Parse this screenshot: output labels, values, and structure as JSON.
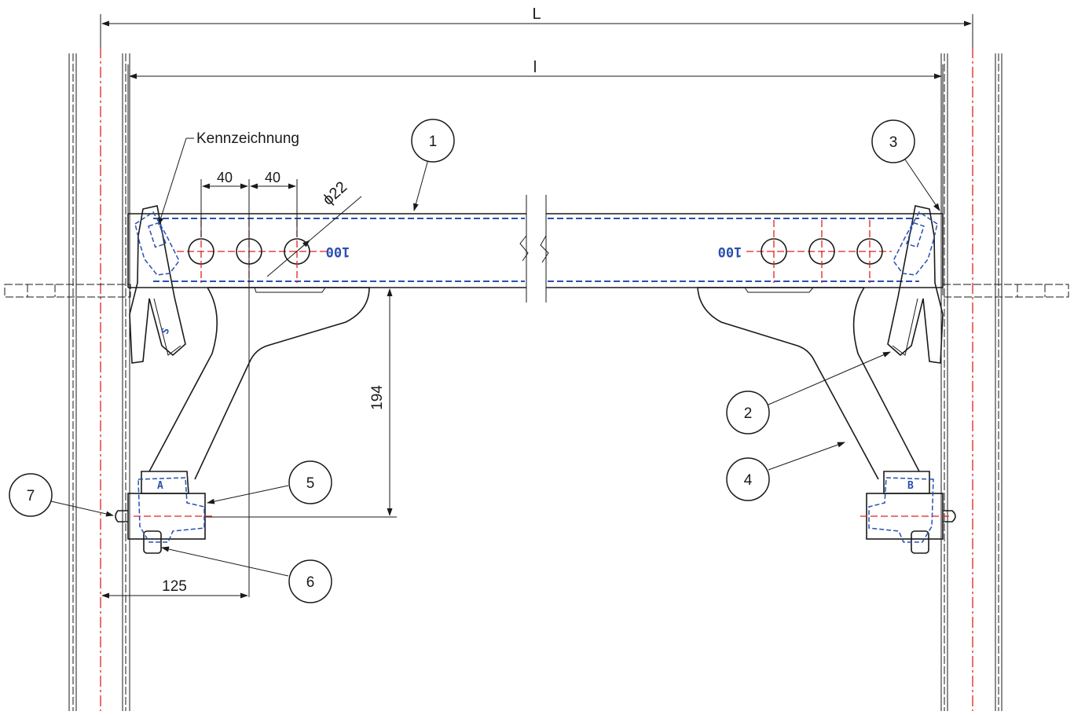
{
  "dimensions": {
    "L": "L",
    "l": "l",
    "d40_left": "40",
    "d40_right": "40",
    "hole_diameter": "ϕ22",
    "height_194": "194",
    "d125": "125"
  },
  "labels": {
    "marking": "Kennzeichnung",
    "engraving_left": "100",
    "engraving_right": "100",
    "letter_a": "A",
    "letter_b": "B",
    "letter_s": "S"
  },
  "callouts": [
    "1",
    "2",
    "3",
    "4",
    "5",
    "6",
    "7"
  ],
  "colors": {
    "outline": "#1a1a1a",
    "centerline": "#e02020",
    "hidden_blue": "#2a4fb0"
  }
}
